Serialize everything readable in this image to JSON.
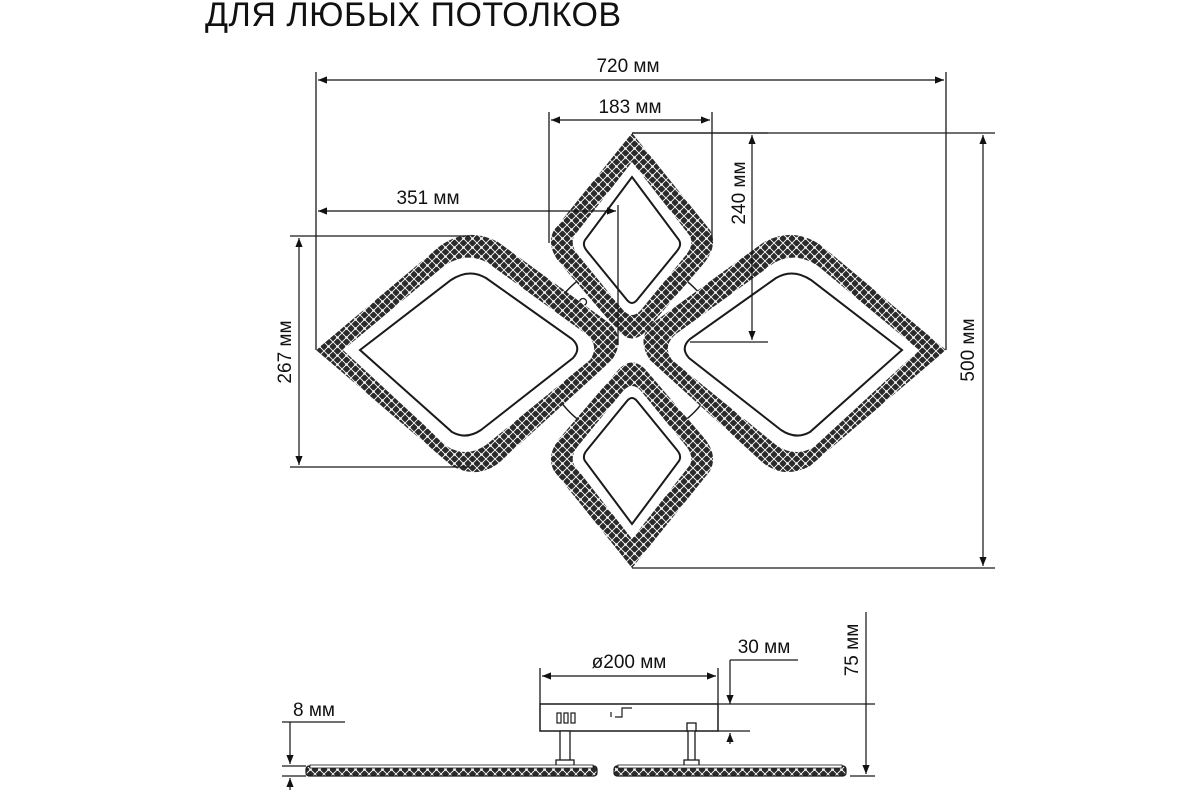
{
  "heading": "ДЛЯ ЛЮБЫХ ПОТОЛКОВ",
  "top_view": {
    "total_width": "720 мм",
    "small_module_width": "183 мм",
    "large_module_width": "351 мм",
    "small_module_height": "240 мм",
    "large_module_height": "267 мм",
    "total_height": "500 мм"
  },
  "side_view": {
    "base_diameter": "ø200 мм",
    "base_height": "30 мм",
    "total_height": "75 мм",
    "panel_thickness": "8 мм"
  },
  "colors": {
    "line": "#111111",
    "frame": "#1a1a1a",
    "background": "#ffffff"
  }
}
